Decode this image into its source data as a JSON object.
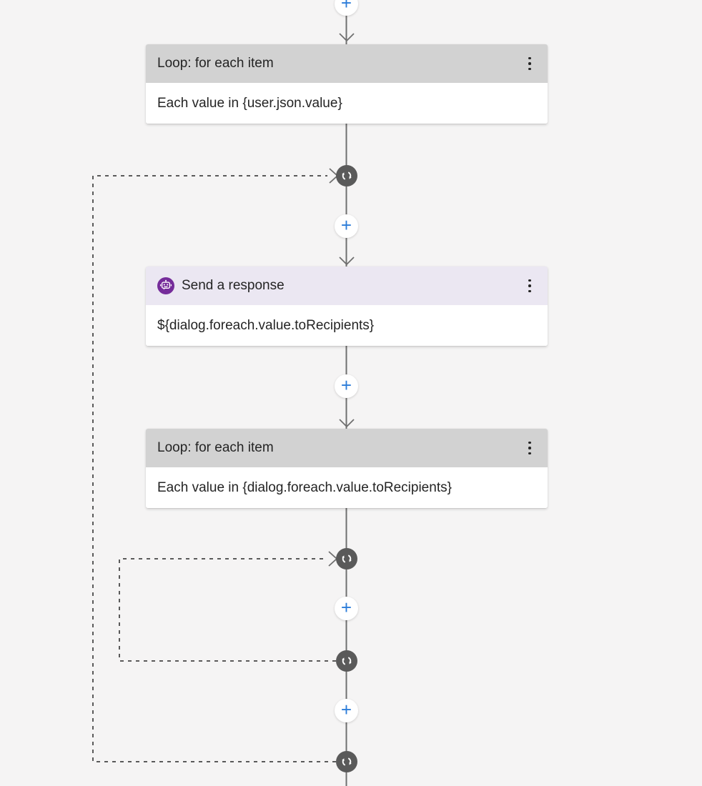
{
  "palette": {
    "background": "#f5f4f4",
    "connector_line": "#6f6f6f",
    "dashed_loopback": "#5a5a5a",
    "accent_blue": "#2b7cd9",
    "loop_header_bg": "#d2d2d2",
    "response_header_bg": "#ebe7f2",
    "bot_icon_purple": "#752c9a",
    "loop_indicator_bg": "#5a5a5a",
    "node_bg": "#ffffff",
    "text": "#242424"
  },
  "icons": {
    "add": "+",
    "kebab": "kebab-menu",
    "sync": "sync-arrows",
    "bot": "bot-face"
  },
  "nodes": [
    {
      "type": "loop",
      "title": "Loop: for each item",
      "body": "Each value in {user.json.value}"
    },
    {
      "type": "send_response",
      "title": "Send a response",
      "body": "${dialog.foreach.value.toRecipients}"
    },
    {
      "type": "loop",
      "title": "Loop: for each item",
      "body": "Each value in {dialog.foreach.value.toRecipients}"
    }
  ]
}
